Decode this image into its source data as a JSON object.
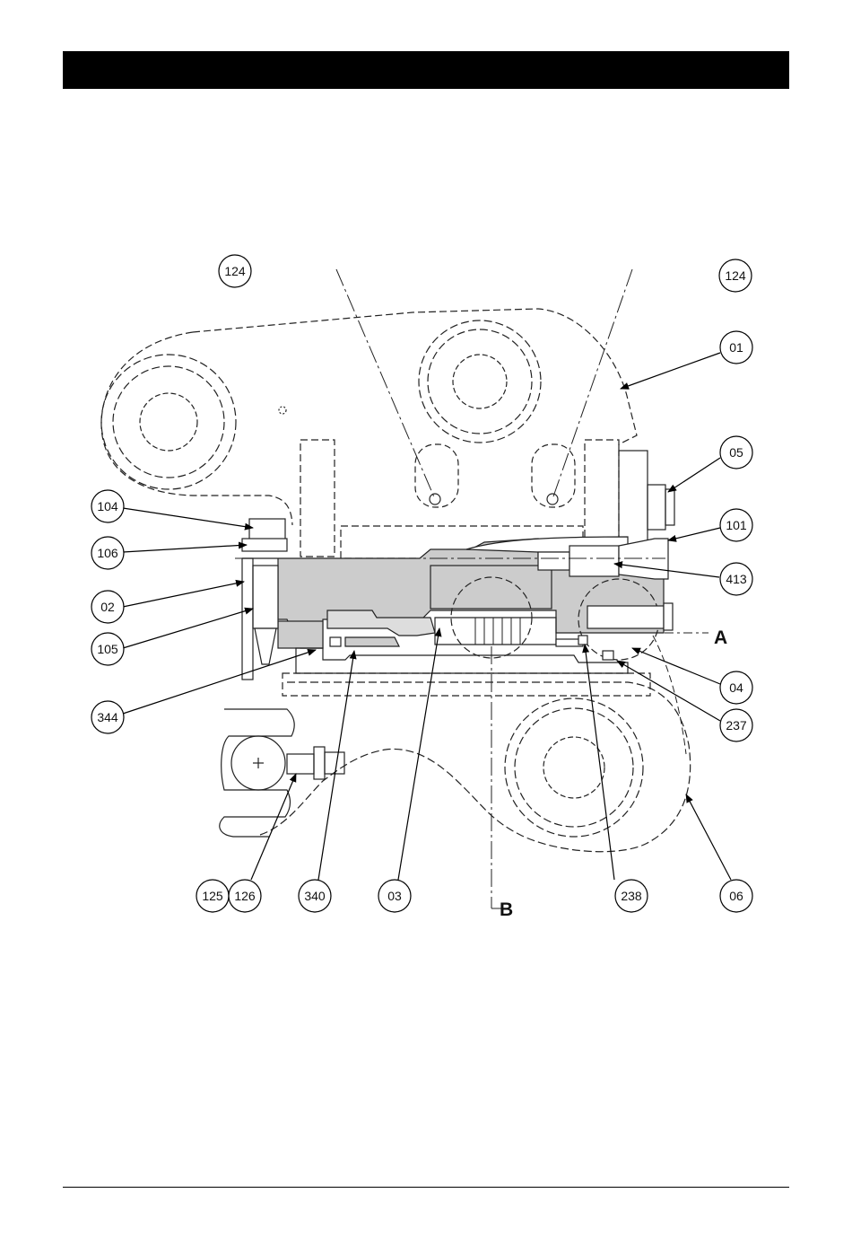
{
  "page": {
    "header_bar_color": "#000000"
  },
  "diagram": {
    "callouts": {
      "c124a": "124",
      "c124b": "124",
      "c01": "01",
      "c05": "05",
      "c104": "104",
      "c106": "106",
      "c101": "101",
      "c413": "413",
      "c02": "02",
      "c105": "105",
      "c04": "04",
      "c344": "344",
      "c237": "237",
      "c125": "125",
      "c126": "126",
      "c340": "340",
      "c03": "03",
      "c238": "238",
      "c06": "06"
    },
    "section_a": "A",
    "section_b": "B",
    "section_fill": "#cccccc"
  }
}
